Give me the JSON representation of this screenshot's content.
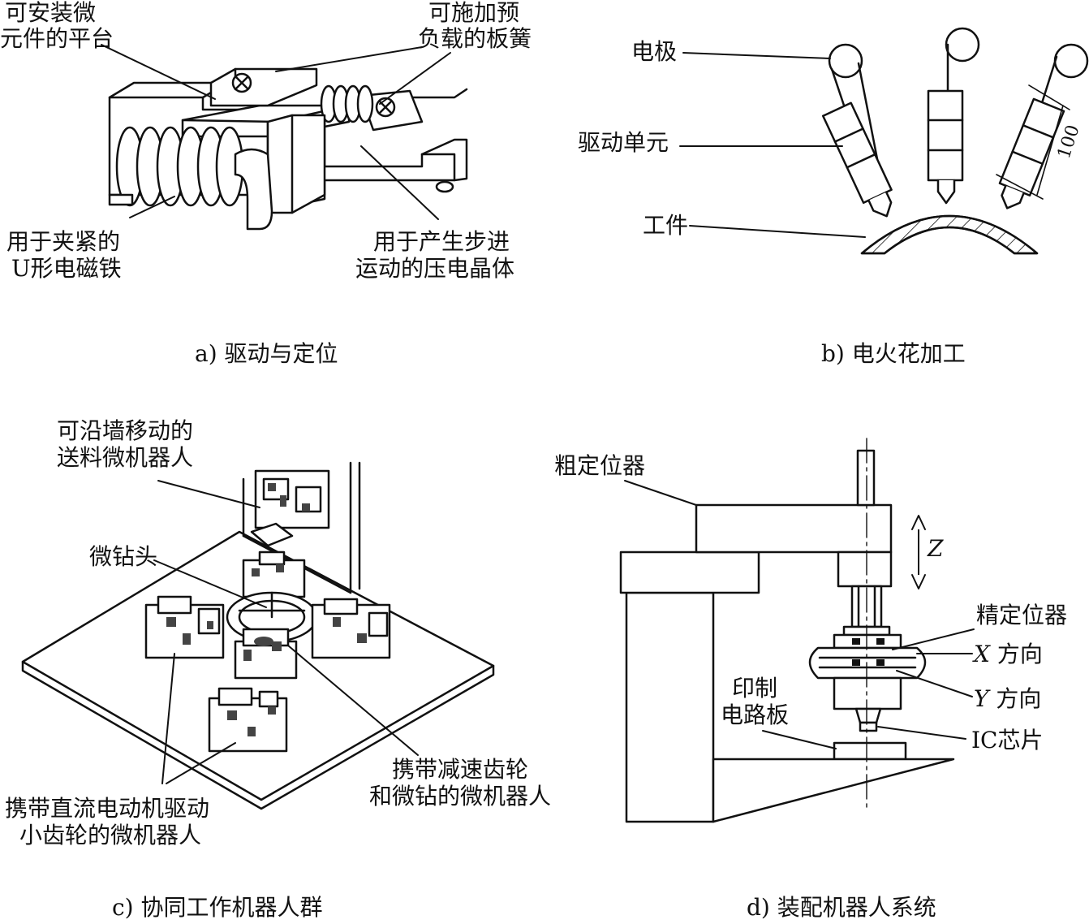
{
  "panels": {
    "a": {
      "caption": "a) 驱动与定位",
      "labels": {
        "platform_1": "可安装微",
        "platform_2": "元件的平台",
        "spring_1": "可施加预",
        "spring_2": "负载的板簧",
        "magnet_1": "用于夹紧的",
        "magnet_2": "U形电磁铁",
        "piezo_1": "用于产生步进",
        "piezo_2": "运动的压电晶体"
      }
    },
    "b": {
      "caption": "b) 电火花加工",
      "labels": {
        "electrode": "电极",
        "drive_unit": "驱动单元",
        "workpiece": "工件",
        "dimension": "100"
      }
    },
    "c": {
      "caption": "c) 协同工作机器人群",
      "labels": {
        "feeder_1": "可沿墙移动的",
        "feeder_2": "送料微机器人",
        "drill": "微钻头",
        "gear_1": "携带减速齿轮",
        "gear_2": "和微钻的微机器人",
        "dc_1": "携带直流电动机驱动",
        "dc_2": "小齿轮的微机器人"
      }
    },
    "d": {
      "caption": "d) 装配机器人系统",
      "labels": {
        "coarse": "粗定位器",
        "z": "Z",
        "fine": "精定位器",
        "x_axis": "X",
        "x_dir": "方向",
        "y_axis": "Y",
        "y_dir": "方向",
        "pcb_1": "印制",
        "pcb_2": "电路板",
        "chip": "IC芯片"
      }
    }
  }
}
